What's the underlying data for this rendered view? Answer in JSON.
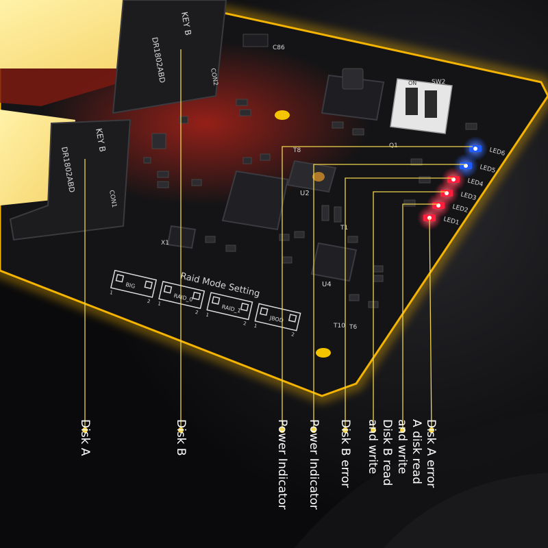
{
  "colors": {
    "background": "#0b0b0d",
    "pcb": "#141416",
    "edge_glow": "#f5b400",
    "leader": "#f2d64b",
    "led_blue": "#1f5bff",
    "led_red": "#ff1f3d",
    "label_text": "#ffffff"
  },
  "board": {
    "slot_a": {
      "key": "KEY  B",
      "part": "DR1802ABD",
      "connector": "CON1"
    },
    "slot_b": {
      "key": "KEY  B",
      "part": "DR1802ABD",
      "connector": "CON2"
    },
    "components": {
      "c86": "C86",
      "u2": "U2",
      "u4": "U4",
      "x1": "X1",
      "t1": "T1",
      "t6": "T6",
      "t10": "T10",
      "t8": "T8",
      "sw2": "SW2",
      "on": "ON",
      "q1": "Q1"
    },
    "leds": [
      {
        "label": "LED6",
        "color": "blue"
      },
      {
        "label": "LED5",
        "color": "blue"
      },
      {
        "label": "LED4",
        "color": "red"
      },
      {
        "label": "LED3",
        "color": "red"
      },
      {
        "label": "LED2",
        "color": "red"
      },
      {
        "label": "LED1",
        "color": "red"
      }
    ],
    "raid": {
      "title": "Raid Mode Setting",
      "modes": [
        "BIG",
        "RAID_0",
        "RAID_1",
        "JBOD"
      ],
      "pins": [
        "1",
        "2"
      ]
    }
  },
  "callouts": [
    {
      "label": "Disk A"
    },
    {
      "label": "Disk B"
    },
    {
      "label": "Power Indicator"
    },
    {
      "label": "Power Indicator"
    },
    {
      "label": "Disk B error"
    },
    {
      "label": "Disk B read\nand write"
    },
    {
      "label": "A disk read\nand write"
    },
    {
      "label": "Disk A error"
    }
  ]
}
